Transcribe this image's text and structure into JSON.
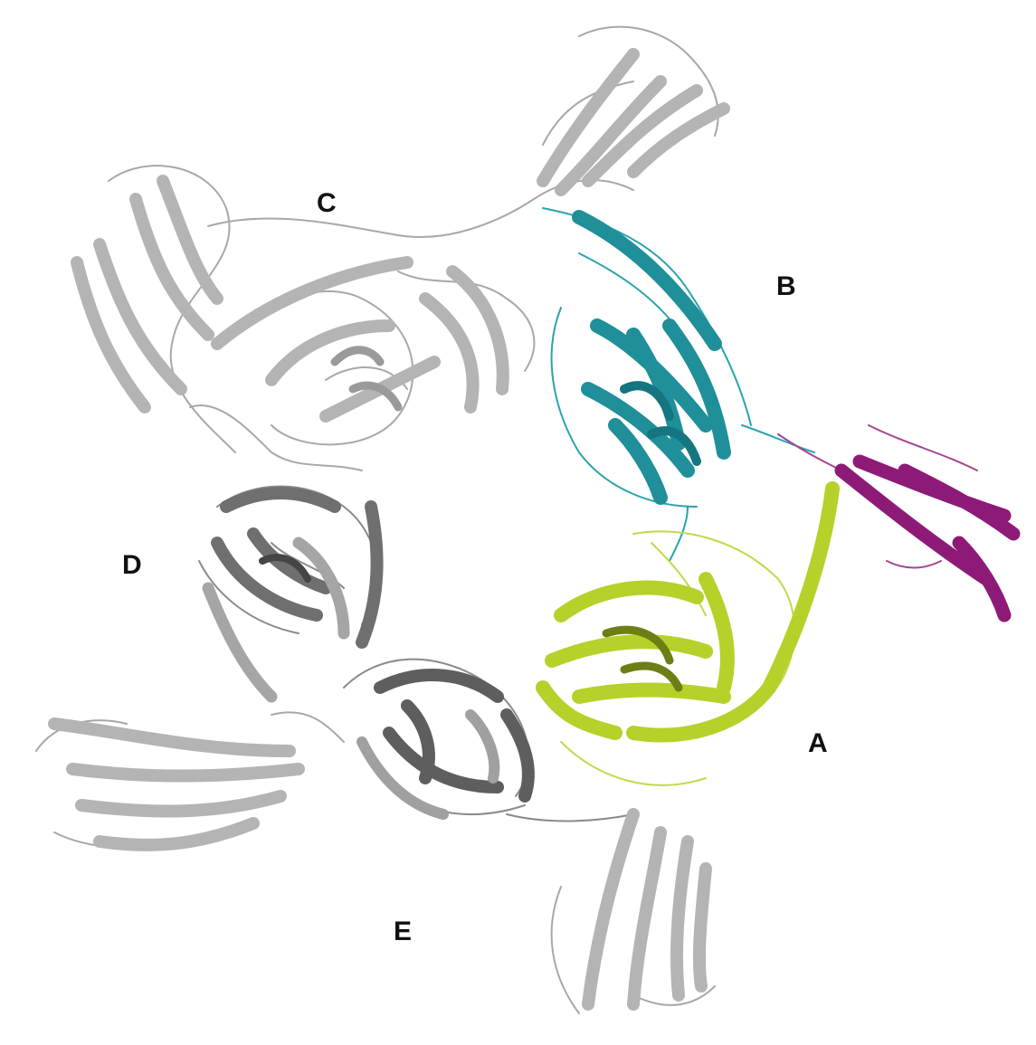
{
  "figure": {
    "chain_labels": {
      "a": "A",
      "b": "B",
      "c": "C",
      "d": "D",
      "e": "E"
    }
  },
  "colors": {
    "chain_a": "#b6d12a",
    "chain_b": "#1f8f9a",
    "ligand": "#8e1a78",
    "chain_c": "#b8b8b8",
    "chain_d": "#8a8a8a",
    "chain_e": "#9a9a9a",
    "coil": "#9c9c9c"
  }
}
